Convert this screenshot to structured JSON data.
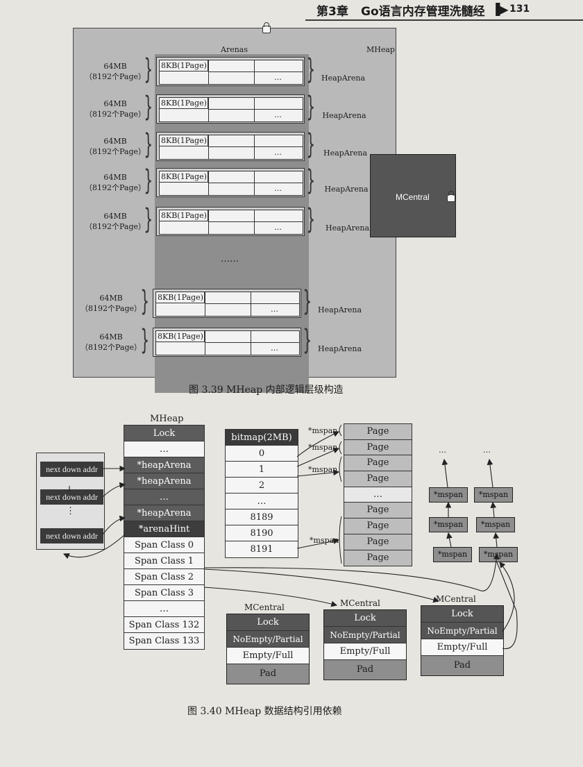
{
  "header": {
    "chapter": "第3章",
    "title": "Go语言内存管理洗髓经",
    "page_number": "131"
  },
  "fig39": {
    "arenas_label": "Arenas",
    "mheap_label": "MHeap",
    "size_label_line1": "64MB",
    "size_label_line2": "（8192个Page）",
    "page_cell": "8KB(1Page)",
    "cell_dots": "…",
    "heaparena_label": "HeapArena",
    "ellipsis": "……",
    "mcentral_label": "MCentral",
    "caption": "图 3.39   MHeap 内部逻辑层级构造"
  },
  "fig40": {
    "mheap_title": "MHeap",
    "mheap_cells": [
      "Lock",
      "…",
      "*heapArena",
      "*heapArena",
      "…",
      "*heapArena",
      "*arenaHint",
      "Span Class 0",
      "Span Class 1",
      "Span Class 2",
      "Span Class 3",
      "…",
      "Span Class 132",
      "Span Class 133"
    ],
    "bitmap_cells": [
      "bitmap(2MB)",
      "0",
      "1",
      "2",
      "…",
      "8189",
      "8190",
      "8191"
    ],
    "page_cells": [
      "Page",
      "Page",
      "Page",
      "Page",
      "…",
      "Page",
      "Page",
      "Page",
      "Page"
    ],
    "mspan_label": "*mspan",
    "next_down_addr": [
      "next",
      "down",
      "addr"
    ],
    "vertical_dots": "⋮",
    "mcentral_title": "MCentral",
    "mcentral_cells": [
      "Lock",
      "NoEmpty/Partial",
      "Empty/Full",
      "Pad"
    ],
    "chain_top_dots": "…",
    "caption": "图 3.40   MHeap 数据结构引用依赖"
  },
  "colors": {
    "dark_cell": "#5c5c5c",
    "mcentral_bg": "#555555",
    "mheap_bg": "#b9b9b9"
  }
}
